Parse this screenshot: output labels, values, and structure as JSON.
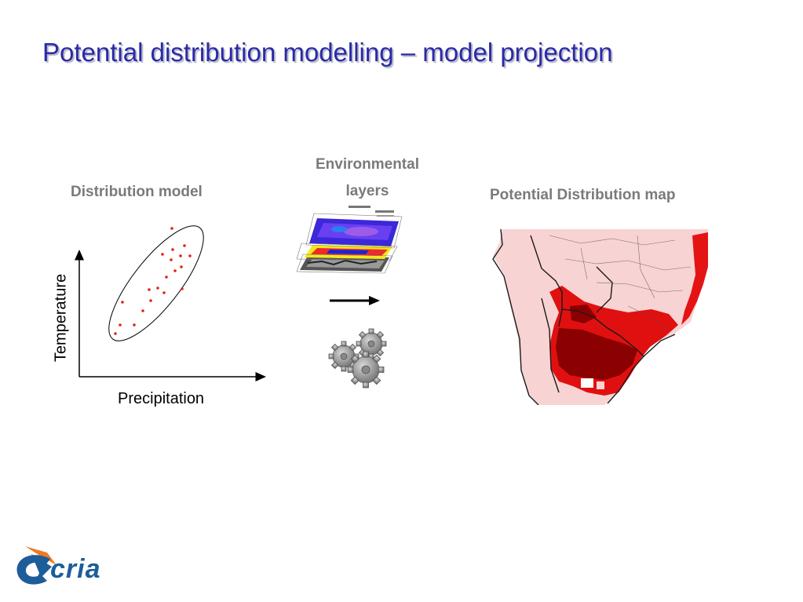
{
  "slide": {
    "title": "Potential distribution modelling – model projection"
  },
  "left": {
    "heading": "Distribution model",
    "x_axis_label": "Precipitation",
    "y_axis_label": "Temperature"
  },
  "middle": {
    "heading_line1": "Environmental",
    "heading_line2": "layers",
    "arrow_icon": "right-arrow",
    "gears_icon": "gears"
  },
  "right": {
    "heading": "Potential Distribution map"
  },
  "logo": {
    "text": "cria",
    "colors": {
      "blue": "#1d5d9a",
      "orange": "#f07a22"
    }
  },
  "colors": {
    "title": "#2a2aa8",
    "heading": "#7a7a7a",
    "points": "#e2231a",
    "map_dark": "#8b0000",
    "map_red": "#e00000",
    "map_light": "#f6c9c9"
  }
}
